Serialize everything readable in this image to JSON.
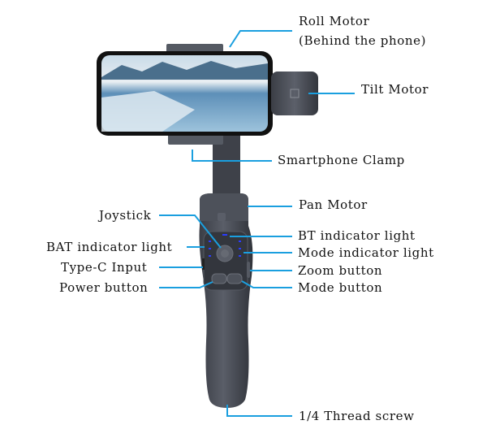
{
  "labels": {
    "roll_motor": "Roll Motor",
    "roll_motor_note": "(Behind the phone)",
    "tilt_motor": "Tilt Motor",
    "smartphone_clamp": "Smartphone Clamp",
    "pan_motor": "Pan Motor",
    "joystick": "Joystick",
    "bat_indicator": "BAT indicator light",
    "bt_indicator": "BT indicator light",
    "mode_indicator": "Mode indicator light",
    "type_c": "Type-C Input",
    "zoom_button": "Zoom button",
    "power_button": "Power button",
    "mode_button": "Mode button",
    "thread_screw": "1/4 Thread screw"
  },
  "colors": {
    "leader_line": "#1a9fdf",
    "device_body": "#4a4e57",
    "indicator_led": "#2a3cff"
  }
}
